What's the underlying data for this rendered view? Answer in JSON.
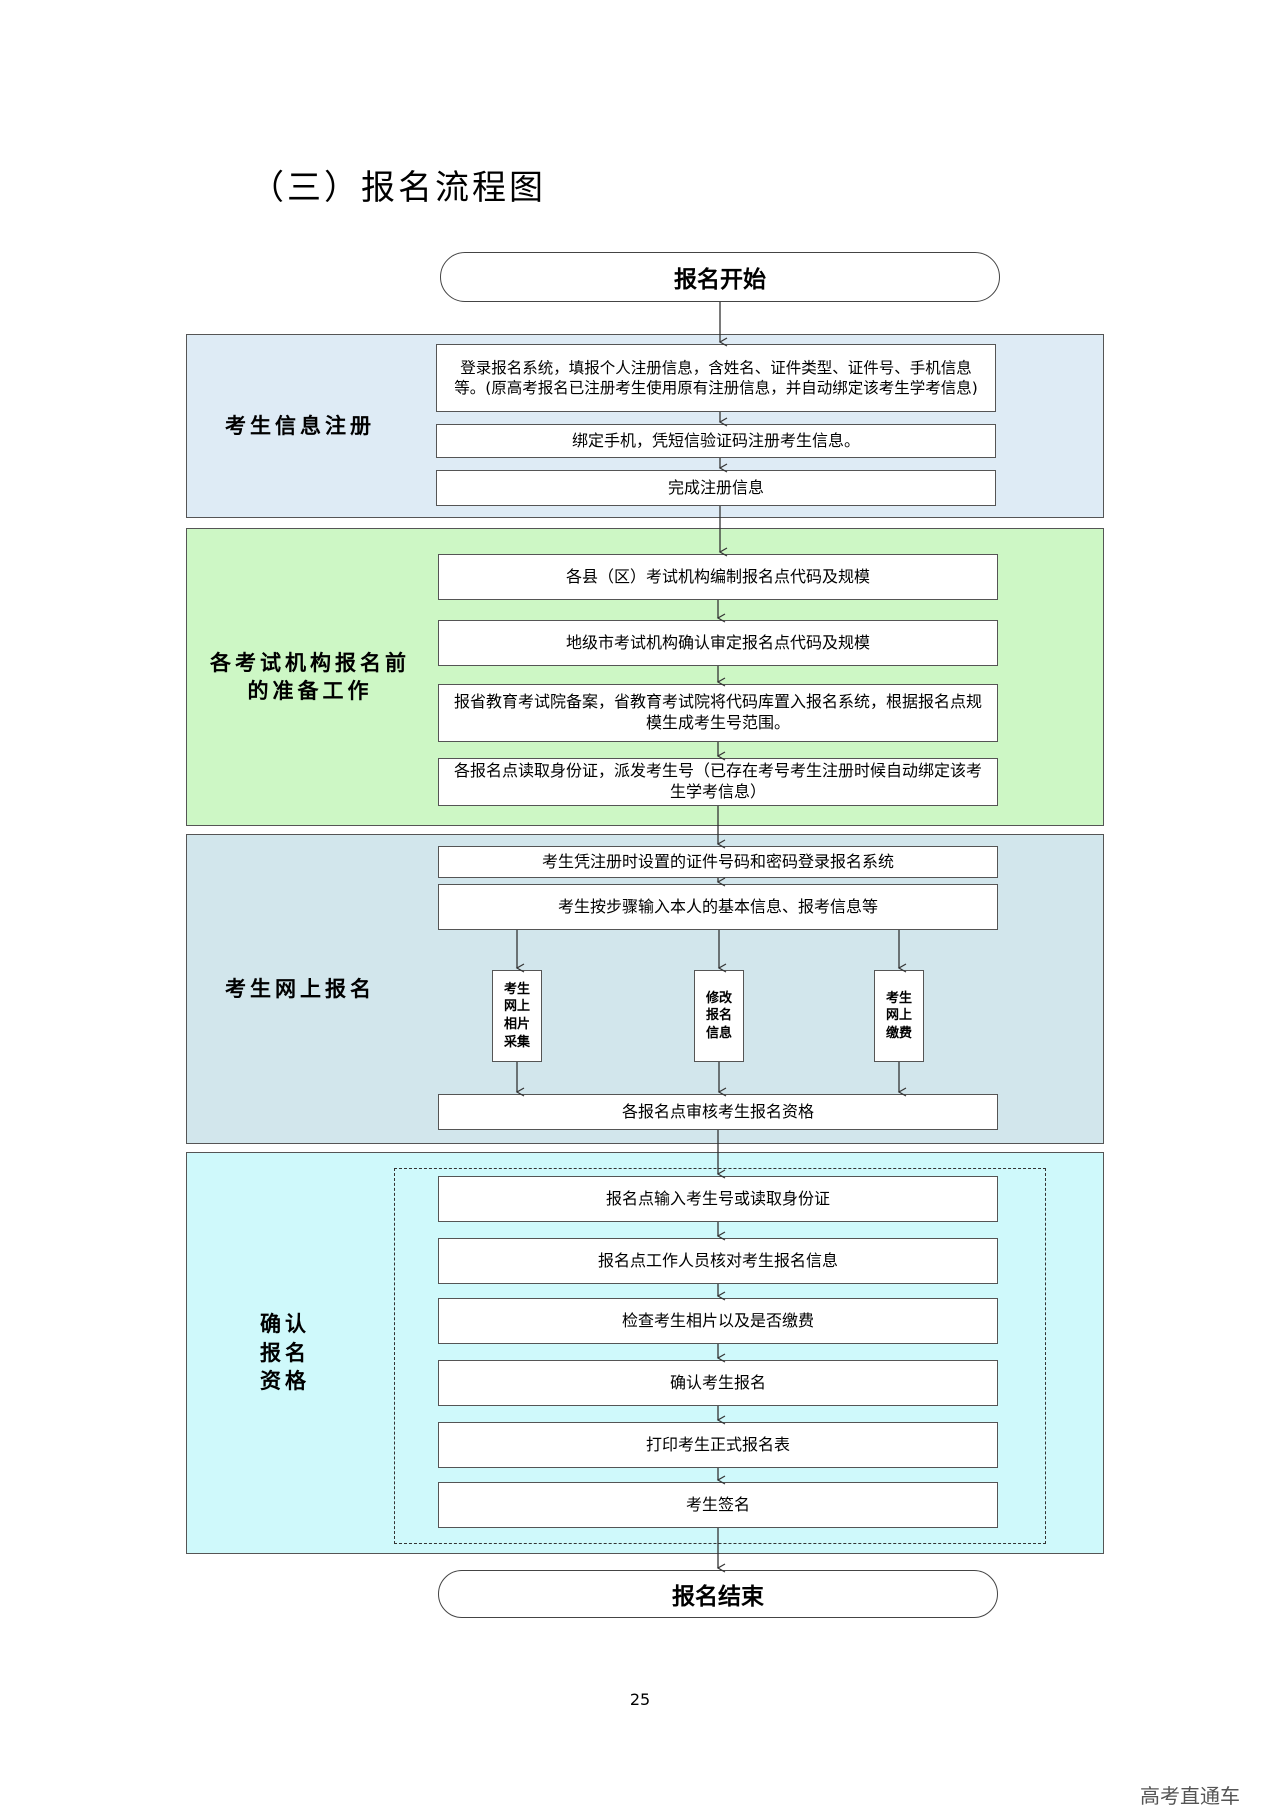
{
  "heading": "（三）报名流程图",
  "start": "报名开始",
  "end": "报名结束",
  "sections": [
    {
      "label": "考生信息注册",
      "color": "#deebf5",
      "steps": [
        "登录报名系统，填报个人注册信息，含姓名、证件类型、证件号、手机信息等。(原高考报名已注册考生使用原有注册信息，并自动绑定该考生学考信息)",
        "绑定手机，凭短信验证码注册考生信息。",
        "完成注册信息"
      ]
    },
    {
      "label": "各考试机构报名前的准备工作",
      "color": "#cdf7c5",
      "steps": [
        "各县（区）考试机构编制报名点代码及规模",
        "地级市考试机构确认审定报名点代码及规模",
        "报省教育考试院备案，省教育考试院将代码库置入报名系统，根据报名点规模生成考生号范围。",
        "各报名点读取身份证，派发考生号（已存在考号考生注册时候自动绑定该考生学考信息）"
      ]
    },
    {
      "label": "考生网上报名",
      "color": "#d2e6ec",
      "steps": [
        "考生凭注册时设置的证件号码和密码登录报名系统",
        "考生按步骤输入本人的基本信息、报考信息等"
      ],
      "branches": [
        "考生网上相片采集",
        "修改报名信息",
        "考生网上缴费"
      ],
      "final": "各报名点审核考生报名资格"
    },
    {
      "label": "确认报名资格",
      "color": "#cff9fb",
      "steps": [
        "报名点输入考生号或读取身份证",
        "报名点工作人员核对考生报名信息",
        "检查考生相片以及是否缴费",
        "确认考生报名",
        "打印考生正式报名表",
        "考生签名"
      ]
    }
  ],
  "page_number": "25",
  "watermark": "高考直通车"
}
